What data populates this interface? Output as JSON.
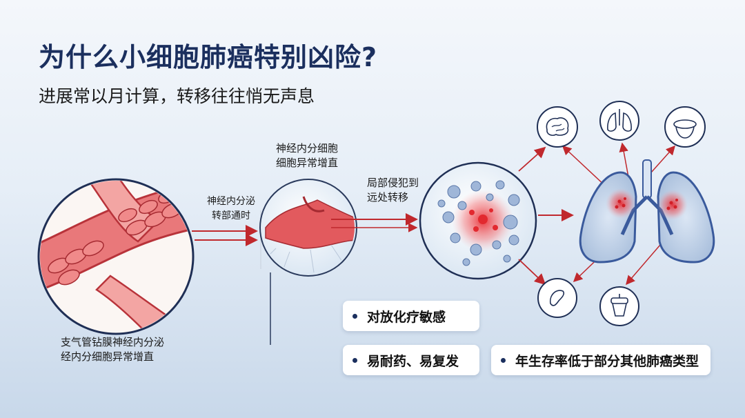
{
  "title": "为什么小细胞肺癌特别凶险?",
  "subtitle": "进展常以月计算，转移往往悄无声息",
  "labels": {
    "origin": [
      "支气管钻膜神经内分泌",
      "经内分细胞异常增直"
    ],
    "step1": [
      "神经内分泌",
      "转部通时"
    ],
    "step2": [
      "神经内分细胞",
      "细胞异常增直"
    ],
    "step3": [
      "局部侵犯到",
      "远处转移"
    ]
  },
  "cards": {
    "chemo_sensitive": "对放化疗敏感",
    "resistance": "易耐药、易复发",
    "survival": "年生存率低于部分其他肺癌类型"
  },
  "colors": {
    "title": "#1b2f5e",
    "arrow": "#c0282d",
    "tissue": "#d9454a",
    "accent_blue": "#3a5a9c"
  },
  "icons": [
    "brain-icon",
    "lungs-icon",
    "thyroid-icon",
    "liver-icon",
    "bone-icon"
  ]
}
